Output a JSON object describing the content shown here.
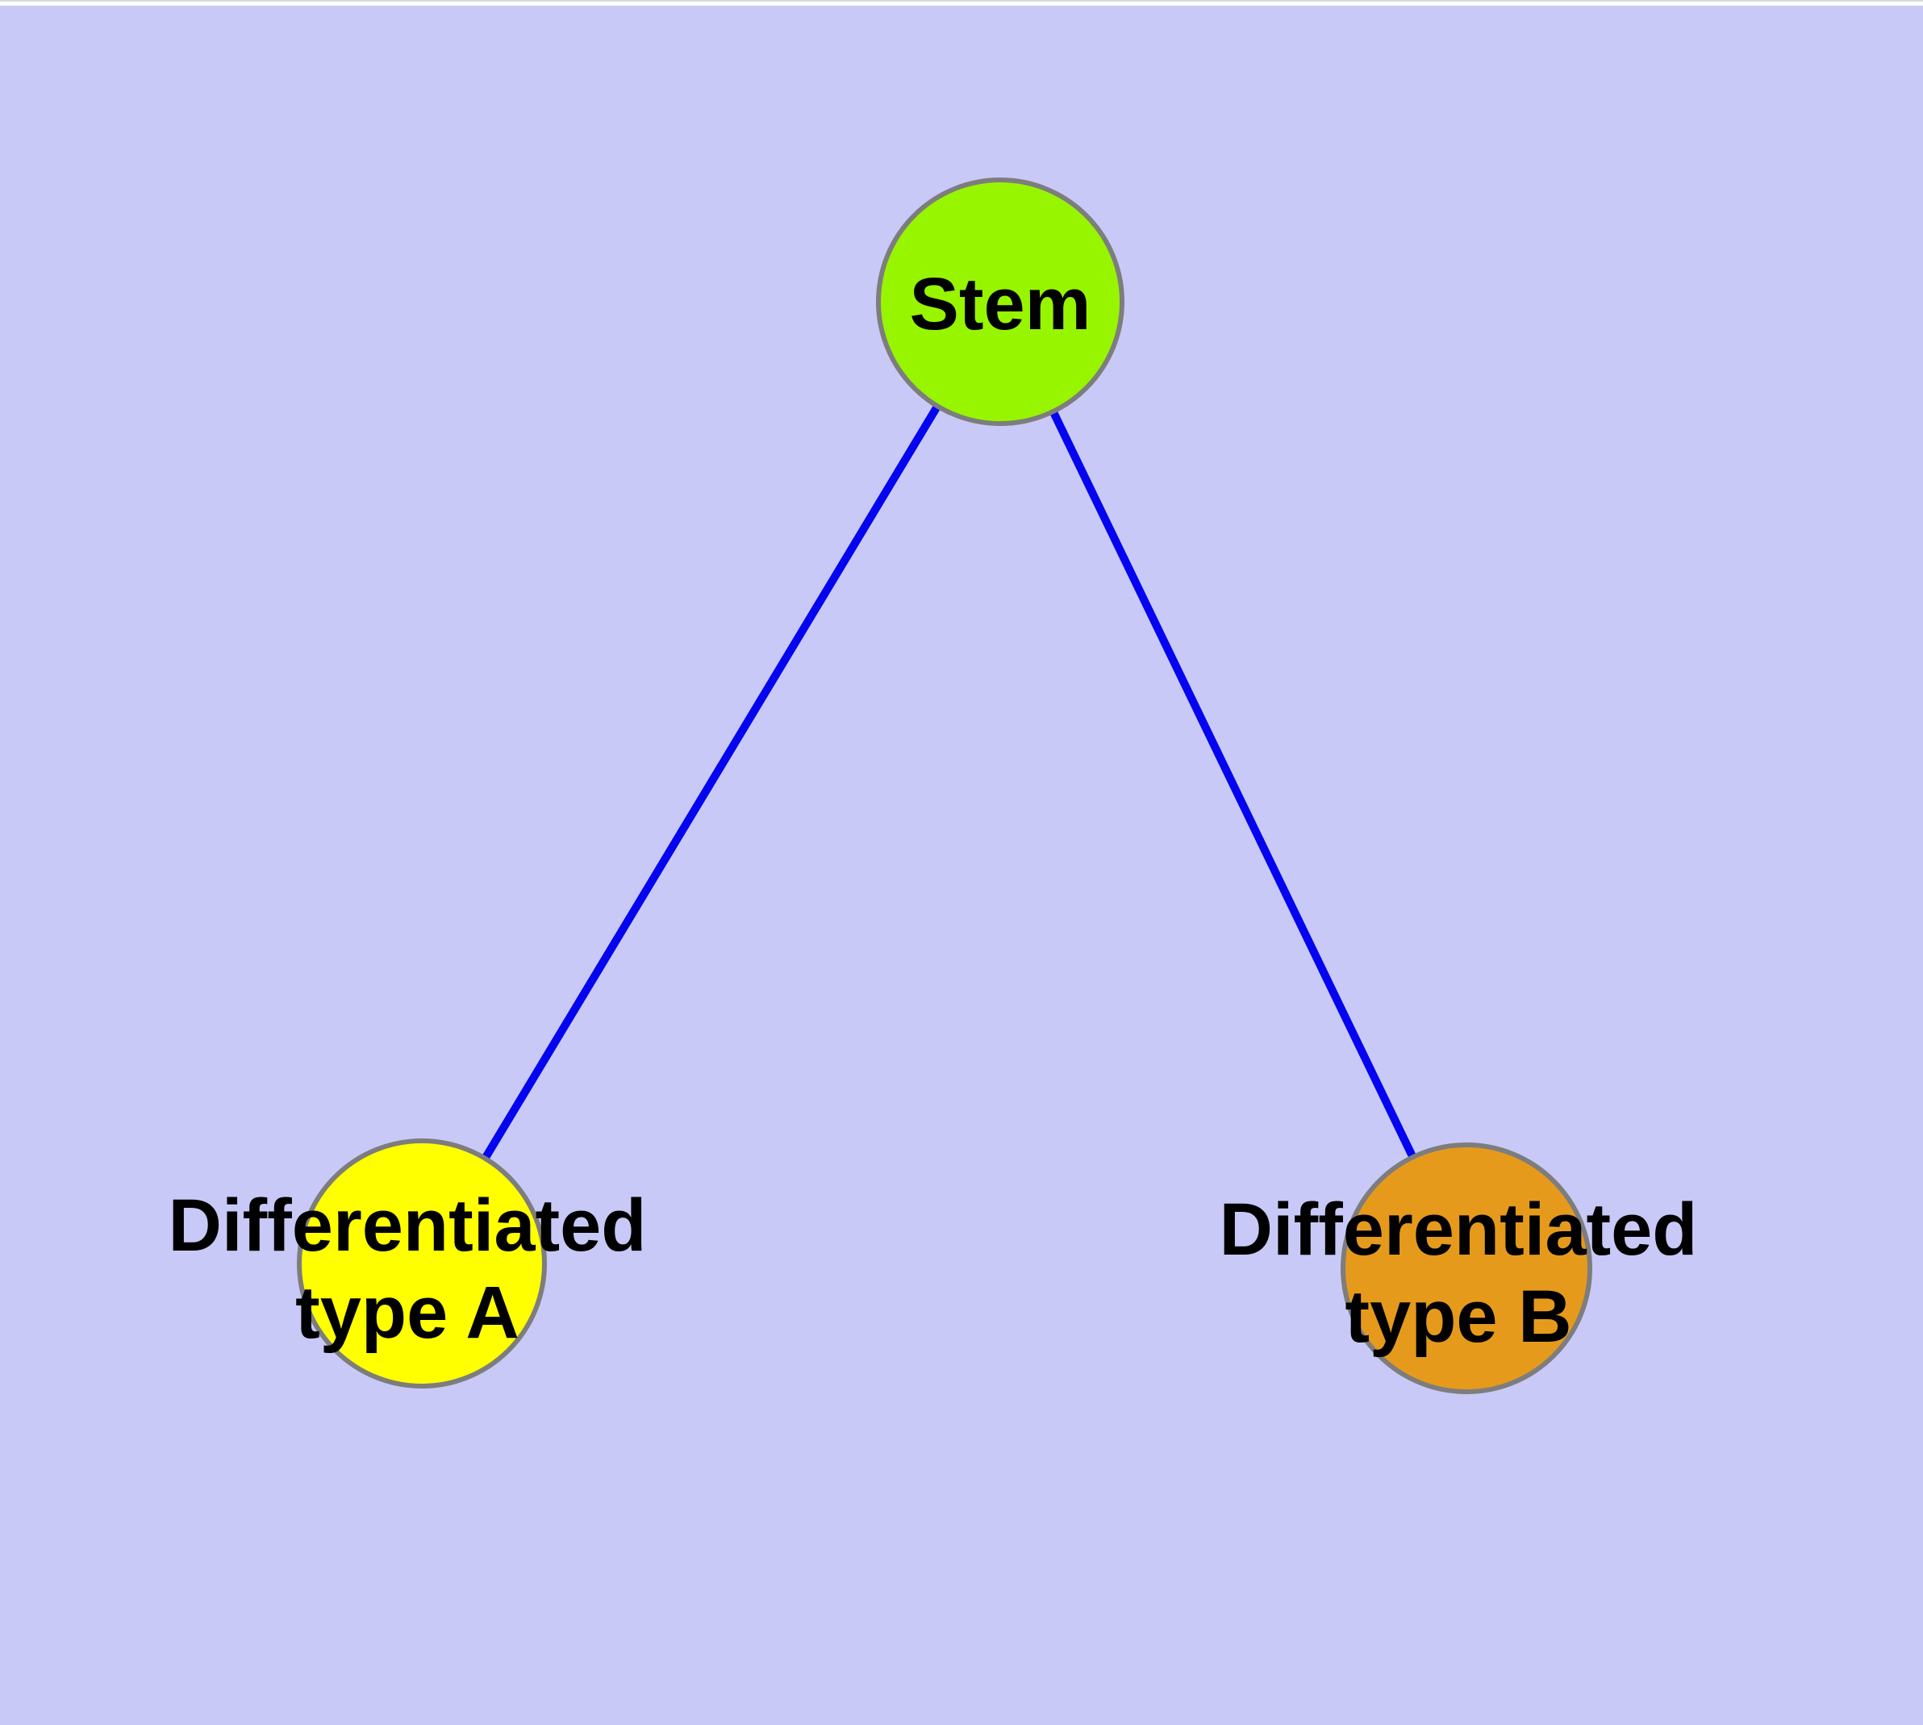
{
  "diagram": {
    "type": "node-link-graph",
    "background_color": "#C9C9F7",
    "frame_strip_color": "#FFFFFF",
    "frame_hairline_color": "#D8D8E0",
    "edge_color": "#0404F0",
    "node_border_color": "#7D7D7D",
    "label_color": "#000000",
    "nodes": [
      {
        "id": "stem",
        "label": "Stem",
        "fill": "#97F500"
      },
      {
        "id": "differentiated-type-a",
        "label": "Differentiated type A",
        "label_line1": "Differentiated",
        "label_line2": "type A",
        "fill": "#FFFF00"
      },
      {
        "id": "differentiated-type-b",
        "label": "Differentiated type B",
        "label_line1": "Differentiated",
        "label_line2": "type B",
        "fill": "#E69A1C"
      }
    ],
    "edges": [
      {
        "from": "Stem",
        "to": "Differentiated type A"
      },
      {
        "from": "Stem",
        "to": "Differentiated type B"
      }
    ]
  }
}
